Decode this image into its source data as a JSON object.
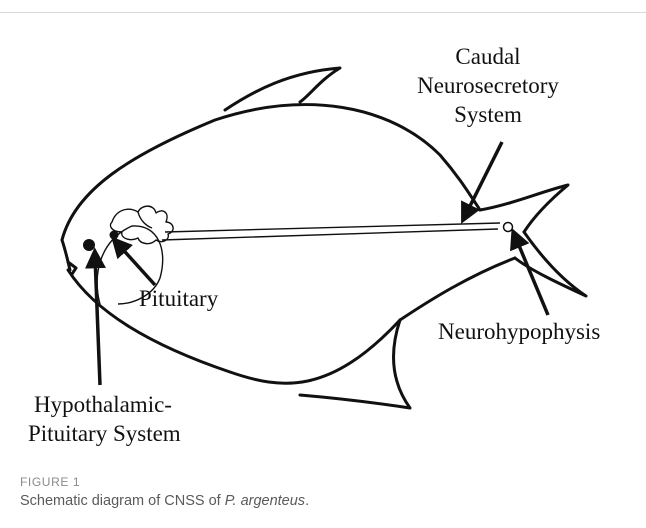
{
  "labels": {
    "caudal_line1": "Caudal",
    "caudal_line2": "Neurosecretory",
    "caudal_line3": "System",
    "pituitary": "Pituitary",
    "neurohypophysis": "Neurohypophysis",
    "hps_line1": "Hypothalamic-",
    "hps_line2": "Pituitary System"
  },
  "caption": {
    "figure_label": "FIGURE 1",
    "text_before": "Schematic diagram of CNSS of ",
    "species": "P. argenteus",
    "text_after": "."
  },
  "colors": {
    "line": "#111111",
    "caption_label": "#8a8a8a",
    "caption_text": "#5a5a5a",
    "rule": "#d9d9d9"
  }
}
